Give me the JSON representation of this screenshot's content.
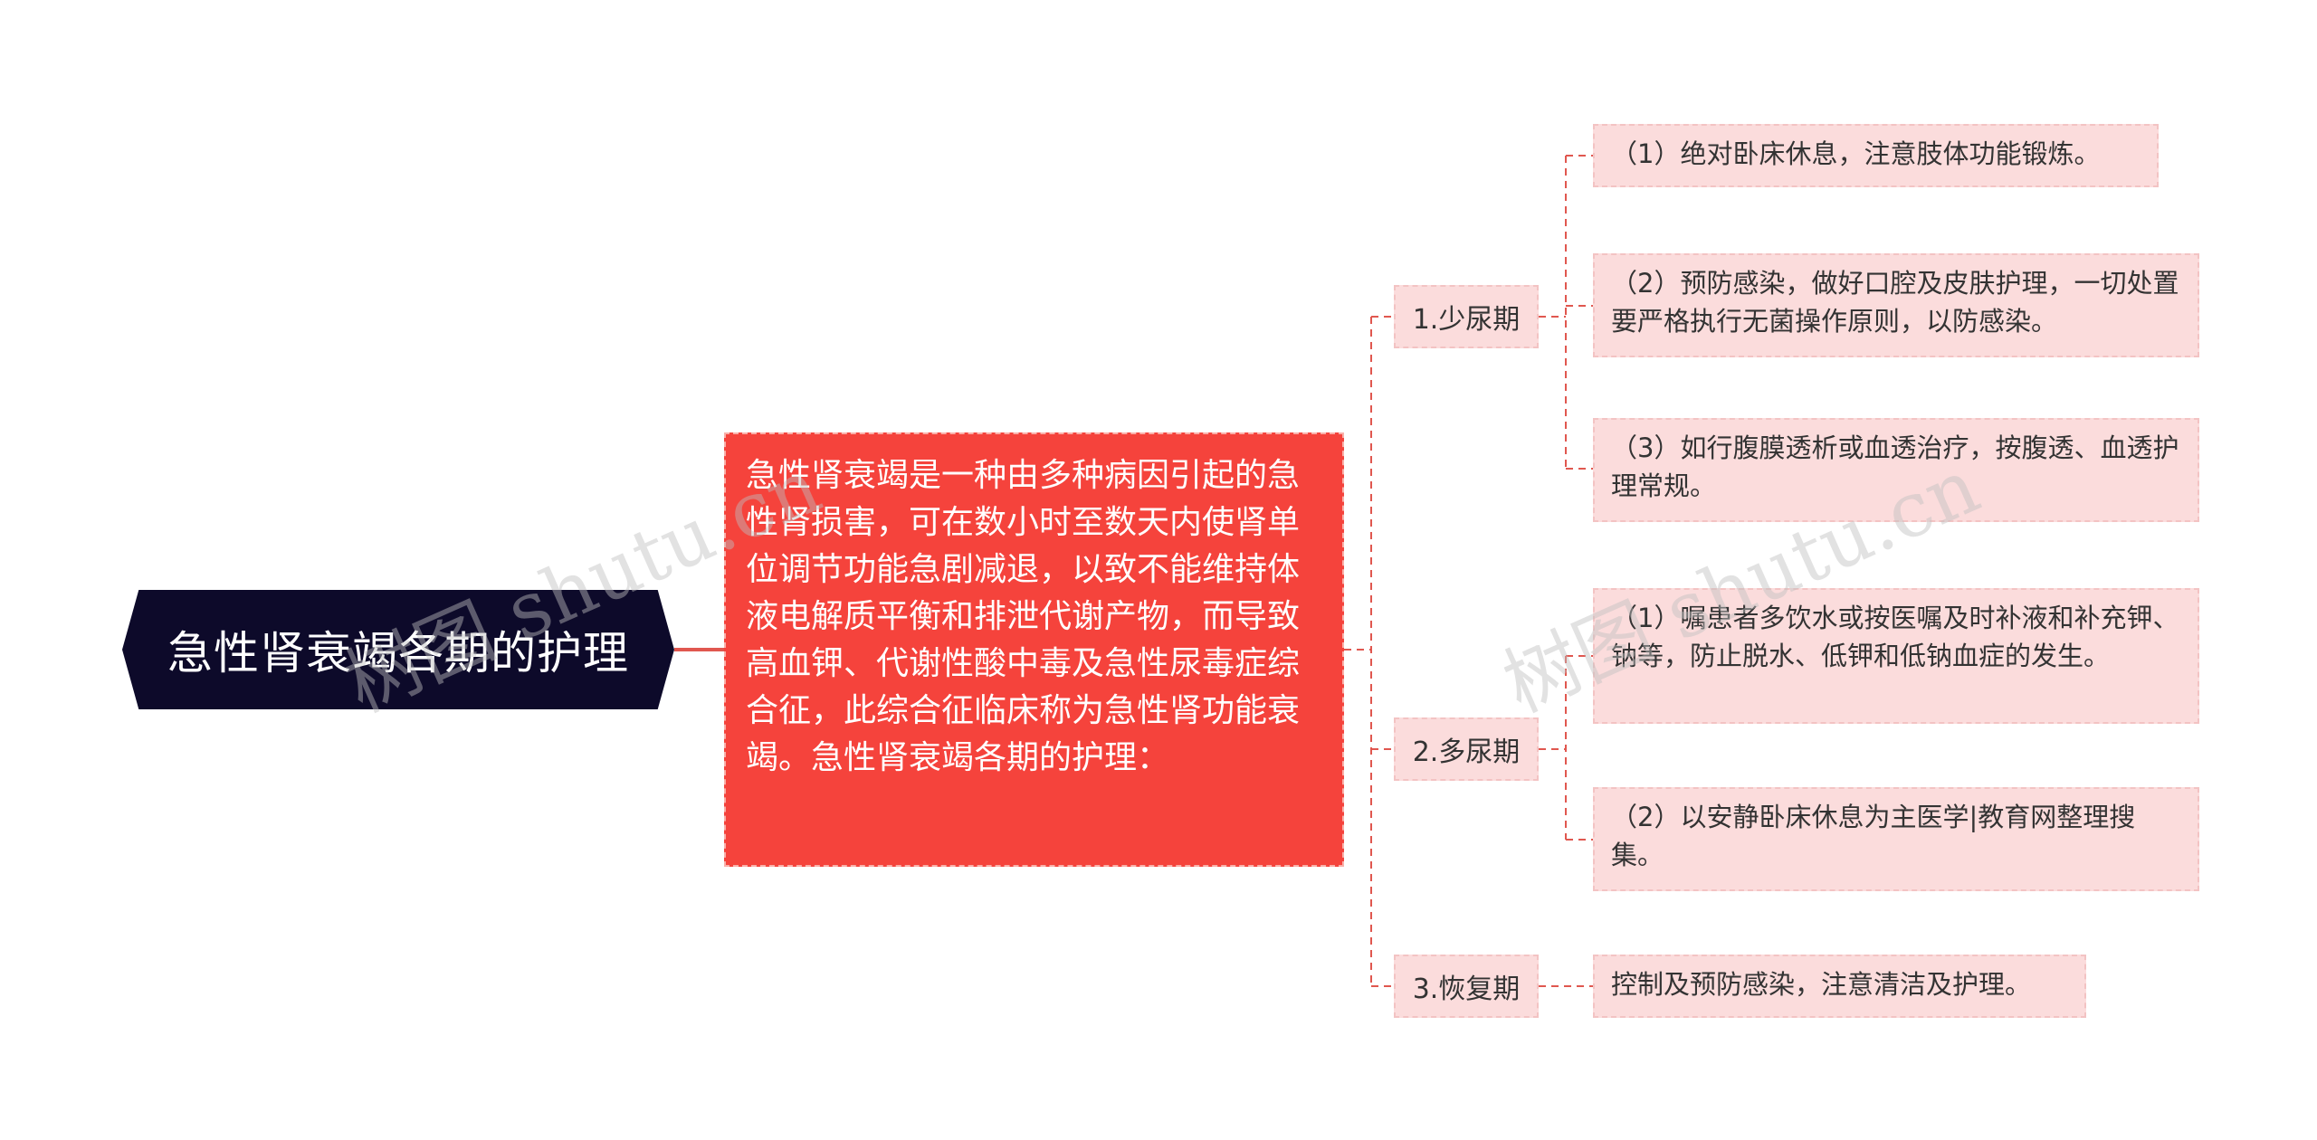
{
  "root": {
    "title": "急性肾衰竭各期的护理"
  },
  "center": {
    "text": "急性肾衰竭是一种由多种病因引起的急性肾损害，可在数小时至数天内使肾单位调节功能急剧减退，以致不能维持体液电解质平衡和排泄代谢产物，而导致高血钾、代谢性酸中毒及急性尿毒症综合征，此综合征临床称为急性肾功能衰竭。急性肾衰竭各期的护理："
  },
  "stages": [
    {
      "label": "1.少尿期",
      "items": [
        "（1）绝对卧床休息，注意肢体功能锻炼。",
        "（2）预防感染，做好口腔及皮肤护理，一切处置要严格执行无菌操作原则，以防感染。",
        "（3）如行腹膜透析或血透治疗，按腹透、血透护理常规。"
      ]
    },
    {
      "label": "2.多尿期",
      "items": [
        "（1）嘱患者多饮水或按医嘱及时补液和补充钾、钠等，防止脱水、低钾和低钠血症的发生。",
        "（2）以安静卧床休息为主医学|教育网整理搜集。"
      ]
    },
    {
      "label": "3.恢复期",
      "items": [
        "控制及预防感染，注意清洁及护理。"
      ]
    }
  ],
  "watermark": {
    "text": "树图 shutu.cn"
  },
  "colors": {
    "root_bg": "#0d0a2a",
    "center_bg": "#f5433c",
    "node_bg": "#fbdcdc",
    "connector": "#e0574f"
  }
}
